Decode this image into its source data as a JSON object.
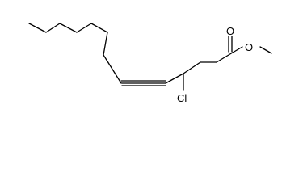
{
  "molecule": {
    "atoms": {
      "carbonyl_oxygen": "O",
      "ester_oxygen": "O",
      "chlorine": "Cl"
    },
    "colors": {
      "bond": "#000000",
      "label": "#000000",
      "background": "#ffffff"
    }
  }
}
